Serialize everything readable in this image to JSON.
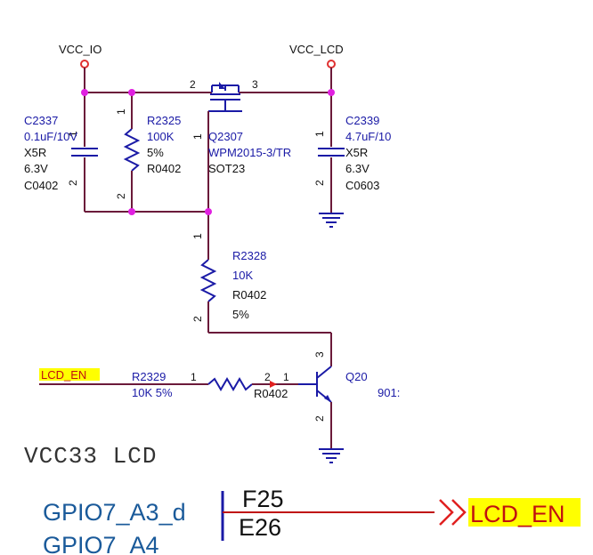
{
  "power": {
    "vcc_io": "VCC_IO",
    "vcc_lcd": "VCC_LCD"
  },
  "c2337": {
    "ref": "C2337",
    "value": "0.1uF/10V",
    "dielectric": "X5R",
    "voltage": "6.3V",
    "package": "C0402",
    "pin1": "1",
    "pin2": "2"
  },
  "r2325": {
    "ref": "R2325",
    "value": "100K",
    "tol": "5%",
    "package": "R0402",
    "pin1": "1",
    "pin2": "2"
  },
  "q2307": {
    "ref": "Q2307",
    "part": "WPM2015-3/TR",
    "package": "SOT23",
    "pin1": "1",
    "pin2": "2",
    "pin3": "3"
  },
  "c2339": {
    "ref": "C2339",
    "value": "4.7uF/10",
    "dielectric": "X5R",
    "voltage": "6.3V",
    "package": "C0603",
    "pin1": "1",
    "pin2": "2"
  },
  "r2328": {
    "ref": "R2328",
    "value": "10K",
    "package": "R0402",
    "tol": "5%",
    "pin1": "1",
    "pin2": "2"
  },
  "r2329": {
    "ref": "R2329",
    "value": "10K 5%",
    "package": "R0402",
    "pin1": "1",
    "pin2": "2"
  },
  "q20": {
    "ref": "Q20",
    "part": "901:",
    "pin1": "1",
    "pin2": "2",
    "pin3": "3"
  },
  "net_lcd_en": "LCD_EN",
  "title": "VCC33 LCD",
  "bottom": {
    "gpio_label": "GPIO7_A3_d",
    "gpio_label2": "GPIO7_A4",
    "pin_top": "F25",
    "pin": "E26",
    "net": "LCD_EN"
  },
  "colors": {
    "wire": "#6b1a3a",
    "component": "#1a1aa6",
    "junction": "#e020e0",
    "power": "#e03030",
    "net_highlight": "#ffff00",
    "net_arrow": "#e02020"
  }
}
